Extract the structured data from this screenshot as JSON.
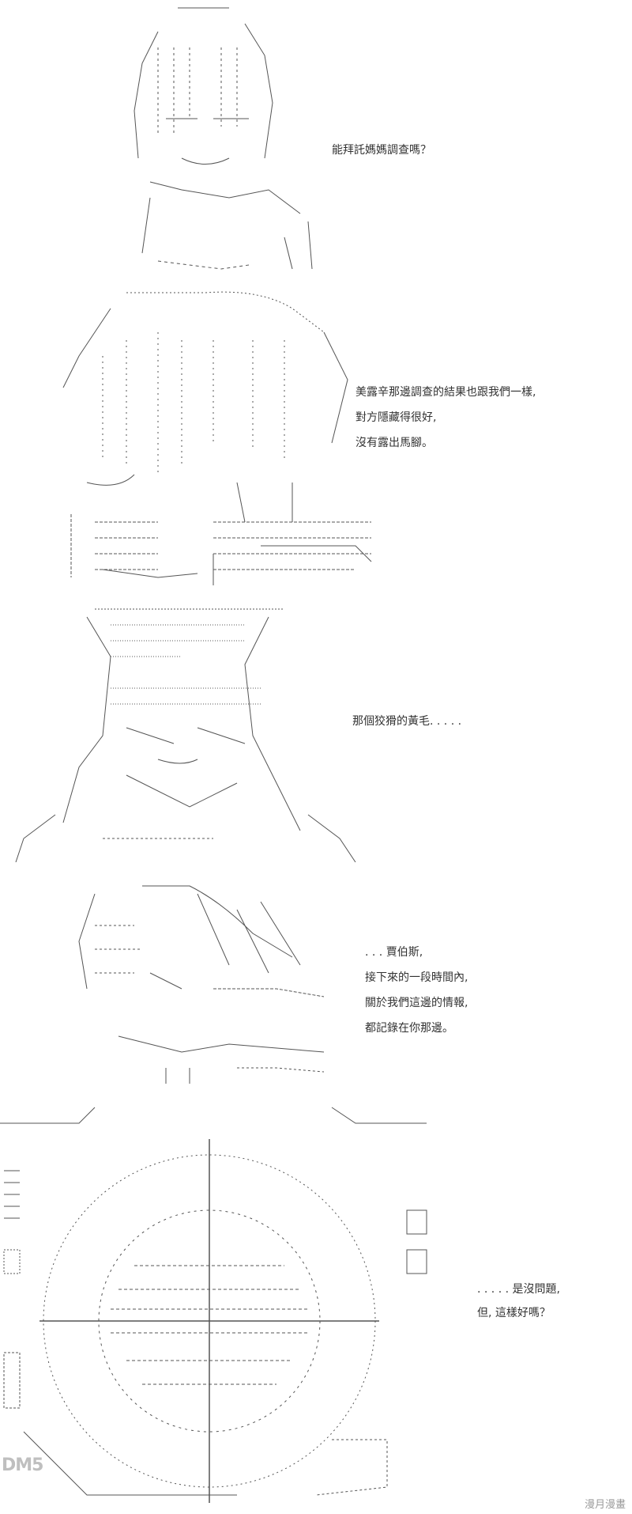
{
  "panels": [
    {
      "id": "panel-1",
      "lines": [
        "能拜託媽媽調查嗎？"
      ]
    },
    {
      "id": "panel-2",
      "lines": [
        "美露辛那邊調查的結果也跟我們一樣,",
        "對方隱藏得很好,",
        "沒有露出馬腳。"
      ]
    },
    {
      "id": "panel-3",
      "lines": [
        "那個狡猾的黃毛. . . . ."
      ]
    },
    {
      "id": "panel-4",
      "lines": [
        ". . . 賈伯斯,",
        "接下來的一段時間內,",
        "關於我們這邊的情報,",
        "都記錄在你那邊。"
      ]
    },
    {
      "id": "panel-5",
      "lines": [
        ". . . . . 是沒問題,",
        "但, 這樣好嗎？"
      ]
    }
  ],
  "logo": {
    "text": "DM5"
  },
  "watermark": {
    "text": "漫月漫畫"
  },
  "colors": {
    "ink": "#333333",
    "background": "#ffffff",
    "logo": "#bfbfbf",
    "watermark": "#9a9a9a"
  }
}
